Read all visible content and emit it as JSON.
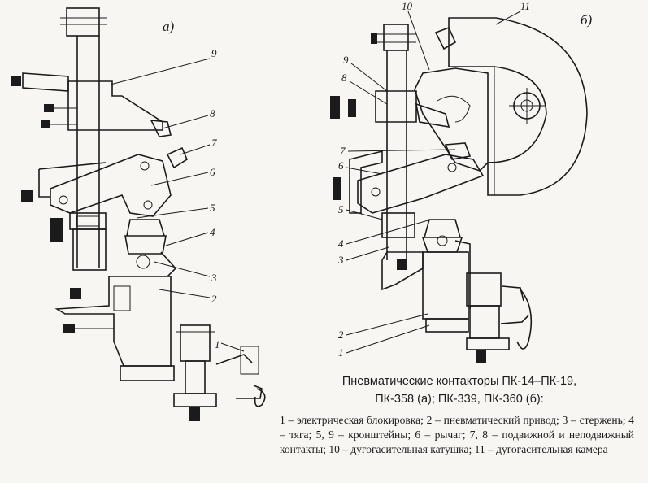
{
  "subfigure_a": "а)",
  "subfigure_b": "б)",
  "callouts_a": [
    "9",
    "8",
    "7",
    "6",
    "5",
    "4",
    "3",
    "2",
    "1"
  ],
  "callouts_b": [
    "10",
    "11",
    "9",
    "8",
    "7",
    "6",
    "5",
    "4",
    "3",
    "2",
    "1"
  ],
  "caption": {
    "title_line1": "Пневматические контакторы ПК-14–ПК-19,",
    "title_line2": "ПК-358 (а); ПК-339, ПК-360 (б):",
    "description": "1 – электрическая блокировка; 2 – пневматический привод; 3 – стержень; 4 – тяга; 5, 9 – кронштейны; 6 – рычаг; 7, 8 – подвижной и неподвижный контакты; 10 – дугогасительная катушка; 11 – дугогасительная камера"
  }
}
